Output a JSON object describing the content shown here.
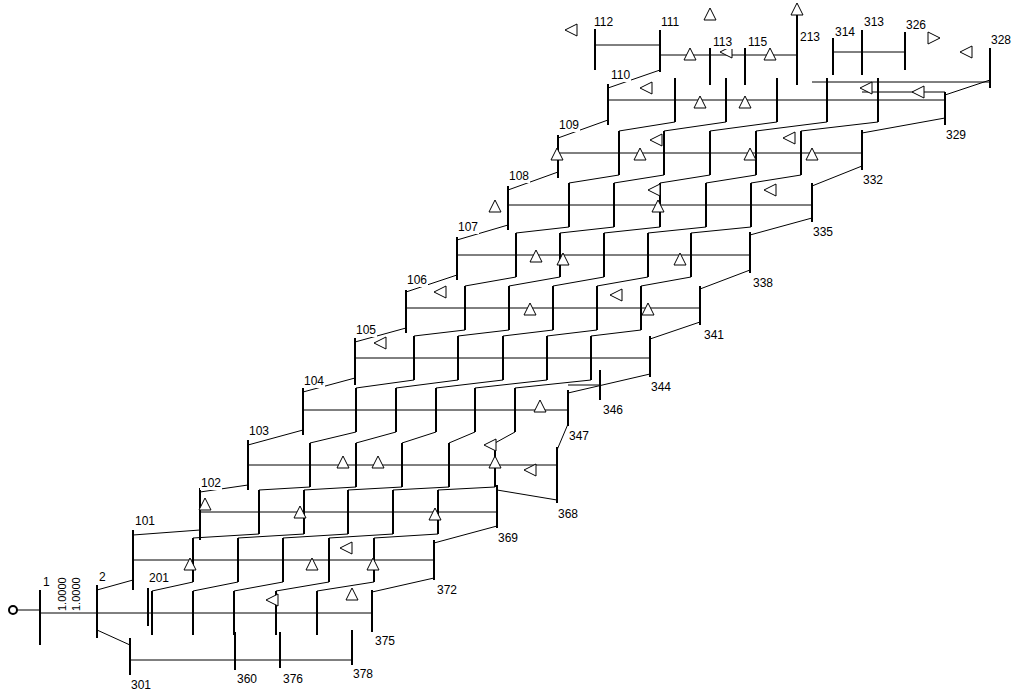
{
  "diagram": {
    "labels": [
      "112",
      "111",
      "113",
      "115",
      "213",
      "314",
      "313",
      "326",
      "328",
      "110",
      "329",
      "109",
      "332",
      "108",
      "335",
      "107",
      "338",
      "106",
      "341",
      "105",
      "344",
      "104",
      "346",
      "347",
      "103",
      "368",
      "102",
      "369",
      "101",
      "372",
      "201",
      "1",
      "2",
      "1.0000",
      "1.0000",
      "375",
      "301",
      "360",
      "376",
      "378"
    ]
  }
}
